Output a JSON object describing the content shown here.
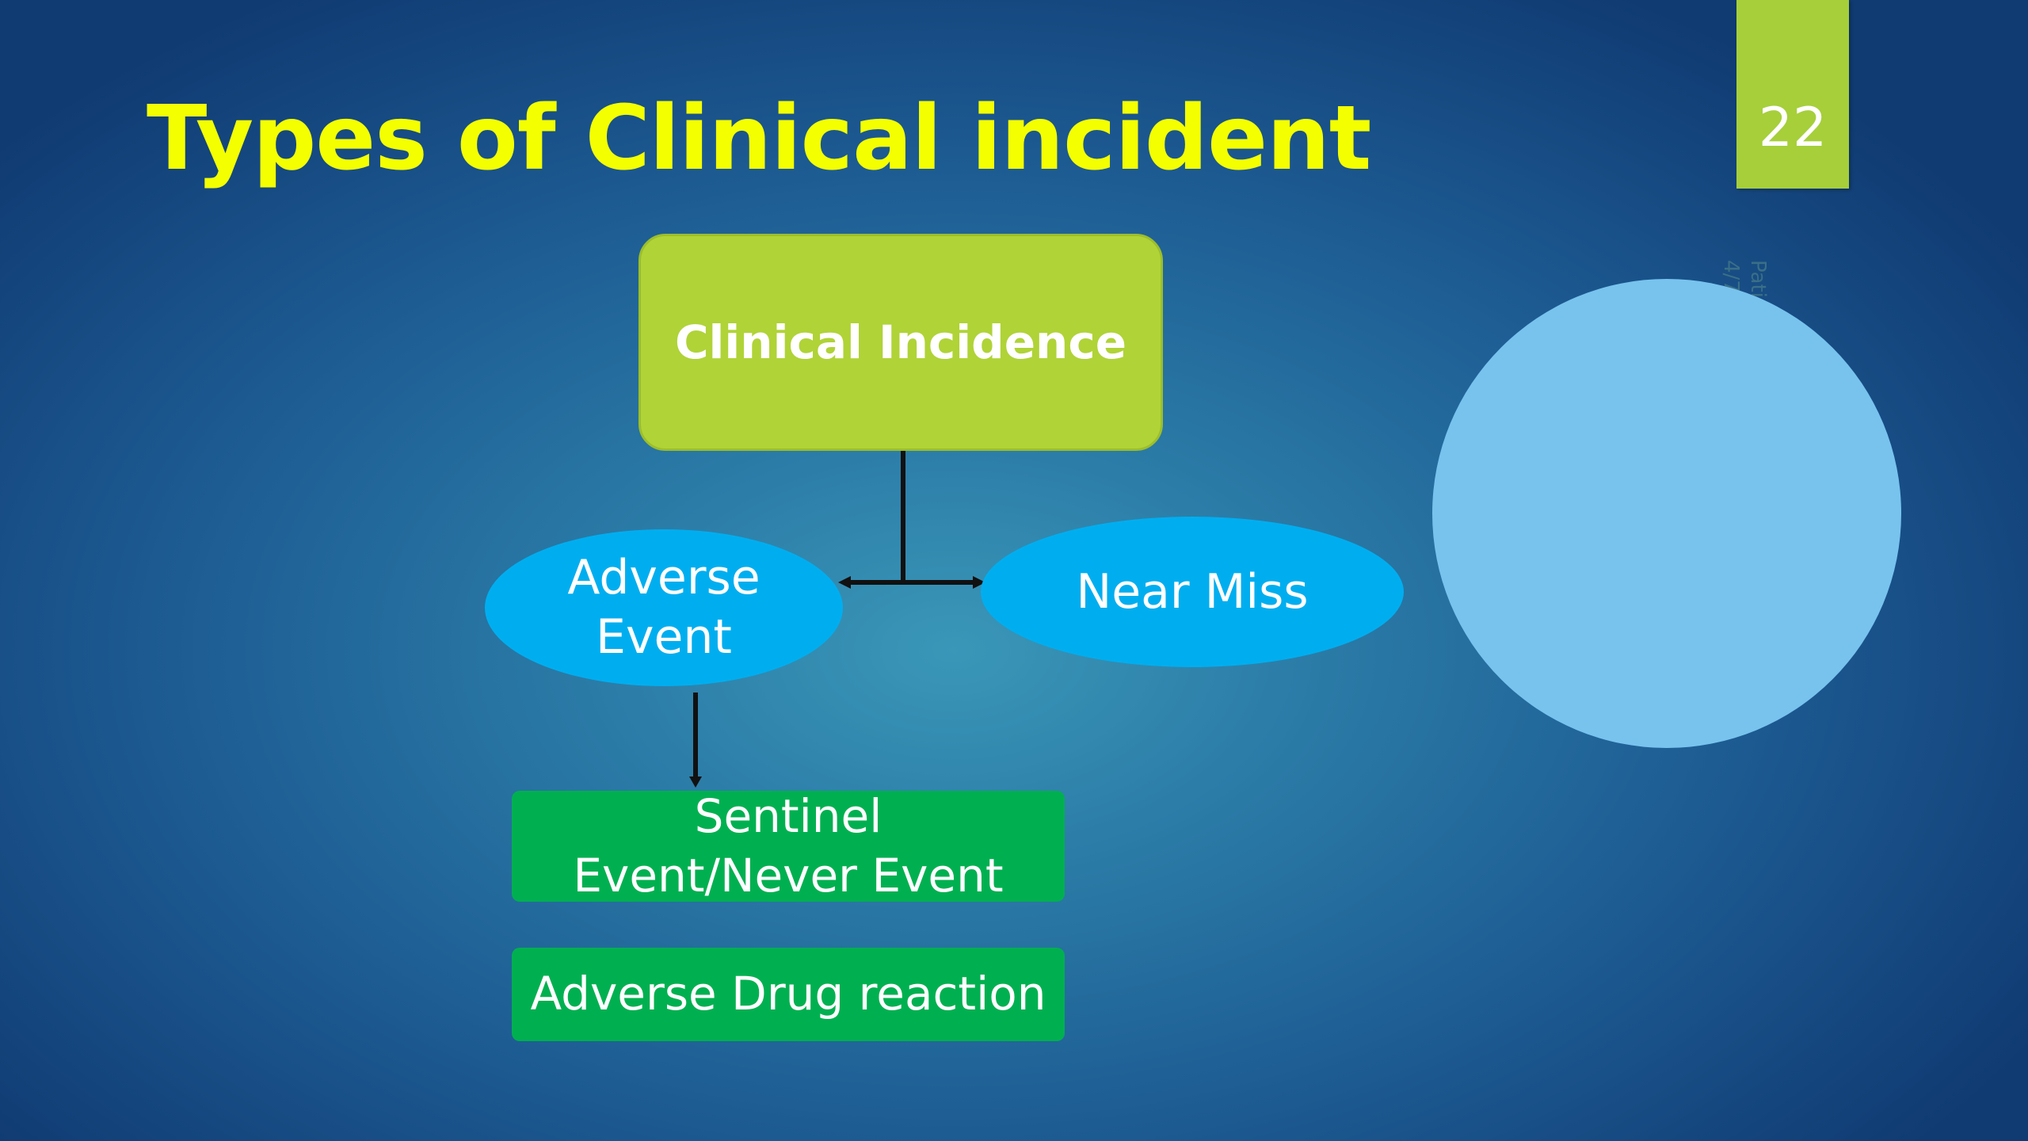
{
  "slide": {
    "title": "Types of Clinical incident",
    "page_number": "22",
    "side_text_line1": "Patient Safety",
    "side_text_line2": "4/7/2017"
  },
  "diagram": {
    "root": "Clinical Incidence",
    "branch_left": "Adverse Event",
    "branch_right": "Near Miss",
    "child_1": "Sentinel Event/Never Event",
    "child_2": "Adverse Drug reaction"
  },
  "colors": {
    "title": "#f4ff00",
    "accent_green": "#a6cf3a",
    "root_box": "#b0d337",
    "ellipse_blue": "#00aeef",
    "child_green": "#00b050",
    "circle": "#78c3ee"
  }
}
